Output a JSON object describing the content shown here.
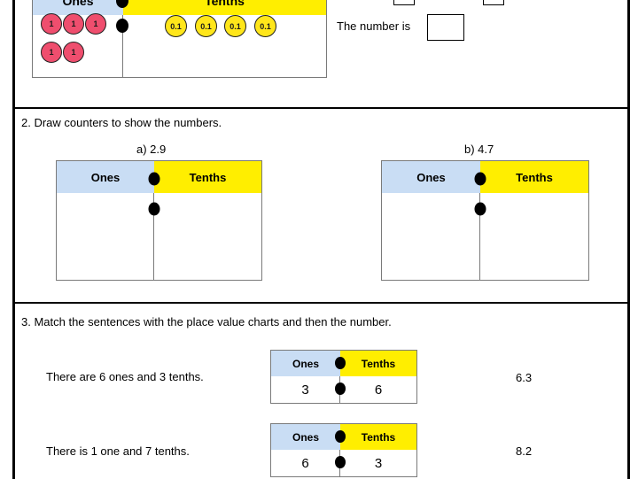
{
  "colors": {
    "ones_header": "#c9ddf4",
    "tenths_header": "#ffee00",
    "counter_one": "#ef4e6e",
    "counter_tenth": "#ffe61a",
    "frame": "#000000",
    "chart_border": "#7a7a7a"
  },
  "section1": {
    "chart": {
      "ones_label": "Ones",
      "tenths_label": "Tenths",
      "ones_counters": [
        "1",
        "1",
        "1",
        "1",
        "1"
      ],
      "tenths_counters": [
        "0.1",
        "0.1",
        "0.1",
        "0.1"
      ]
    },
    "prompt": "The number is"
  },
  "section2": {
    "heading": "2. Draw counters to show the numbers.",
    "charts": [
      {
        "label": "a) 2.9",
        "ones_label": "Ones",
        "tenths_label": "Tenths",
        "ones_value": "",
        "tenths_value": ""
      },
      {
        "label": "b) 4.7",
        "ones_label": "Ones",
        "tenths_label": "Tenths",
        "ones_value": "",
        "tenths_value": ""
      }
    ]
  },
  "section3": {
    "heading": "3. Match the sentences with the place value charts and then the number.",
    "rows": [
      {
        "sentence": "There are 6 ones and 3 tenths.",
        "chart": {
          "ones_label": "Ones",
          "tenths_label": "Tenths",
          "ones_value": "3",
          "tenths_value": "6"
        },
        "number": "6.3"
      },
      {
        "sentence": "There is 1 one and 7 tenths.",
        "chart": {
          "ones_label": "Ones",
          "tenths_label": "Tenths",
          "ones_value": "6",
          "tenths_value": "3"
        },
        "number": "8.2"
      }
    ]
  }
}
